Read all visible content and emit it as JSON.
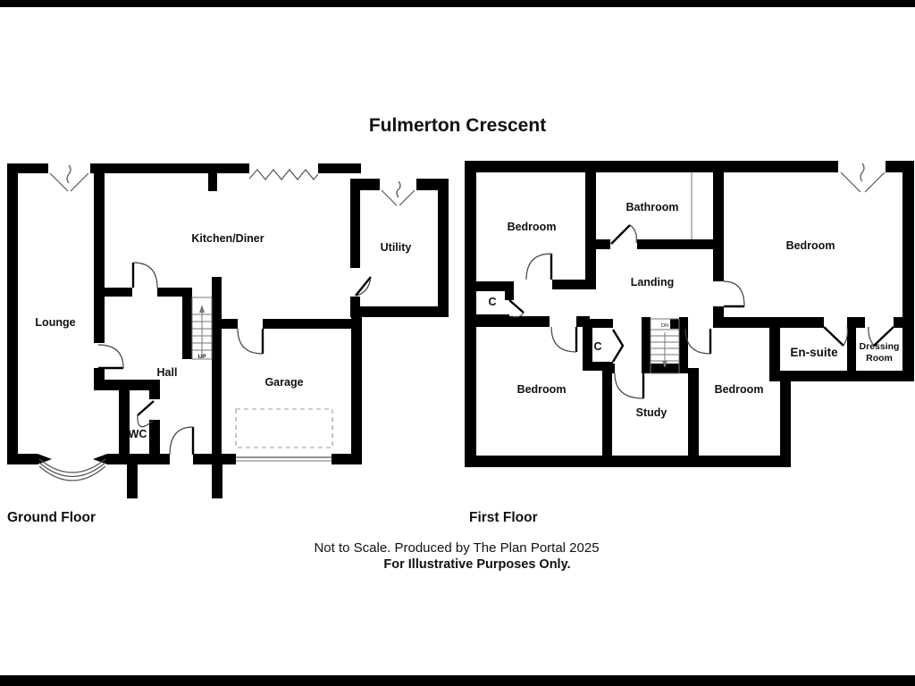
{
  "title": "Fulmerton Crescent",
  "ground_floor": {
    "name": "Ground Floor",
    "rooms": {
      "lounge": "Lounge",
      "kitchen_diner": "Kitchen/Diner",
      "utility": "Utility",
      "hall": "Hall",
      "wc": "WC",
      "garage": "Garage"
    },
    "stairs_label": "UP"
  },
  "first_floor": {
    "name": "First Floor",
    "rooms": {
      "bedroom_top_left": "Bedroom",
      "bathroom": "Bathroom",
      "landing": "Landing",
      "bedroom_right": "Bedroom",
      "closet_left": "C",
      "closet_middle": "C",
      "bedroom_bottom_left": "Bedroom",
      "study": "Study",
      "bedroom_bottom_right": "Bedroom",
      "ensuite": "En-suite",
      "dressing_line1": "Dressing",
      "dressing_line2": "Room"
    },
    "stairs_label": "DN"
  },
  "footer": {
    "line1": "Not to Scale. Produced by The Plan Portal 2025",
    "line2": "For Illustrative Purposes Only."
  },
  "colors": {
    "wall": "#000000",
    "background": "#ffffff",
    "detail_line": "#555555",
    "letterbox": "#000000"
  }
}
